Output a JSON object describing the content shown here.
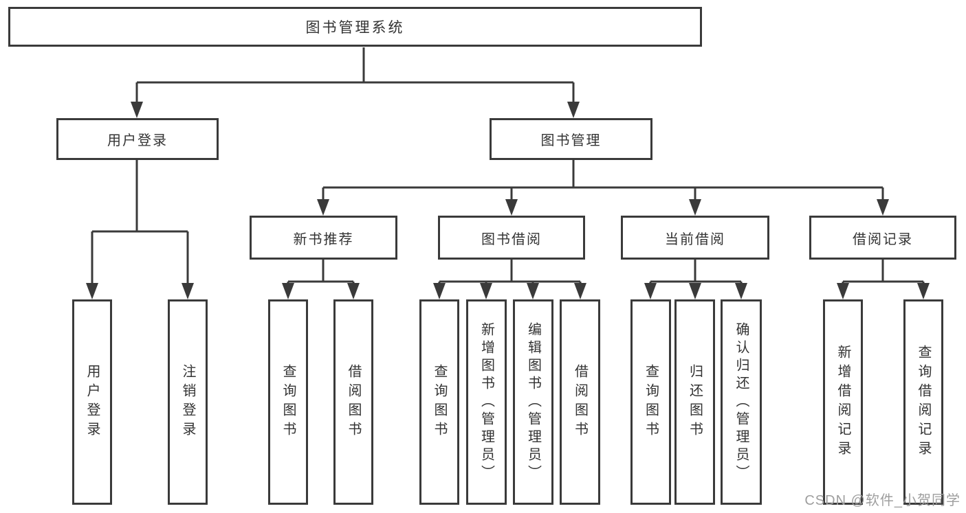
{
  "colors": {
    "line": "#3a3a3a",
    "text": "#333333",
    "watermark": "#9e9e9e",
    "background": "#ffffff"
  },
  "tree": {
    "label": "图书管理系统",
    "children": [
      {
        "label": "用户登录",
        "children": [
          {
            "label": "用户登录"
          },
          {
            "label": "注销登录"
          }
        ]
      },
      {
        "label": "图书管理",
        "children": [
          {
            "label": "新书推荐",
            "children": [
              {
                "label": "查询图书"
              },
              {
                "label": "借阅图书"
              }
            ]
          },
          {
            "label": "图书借阅",
            "children": [
              {
                "label": "查询图书"
              },
              {
                "label": "新增图书（管理员）"
              },
              {
                "label": "编辑图书（管理员）"
              },
              {
                "label": "借阅图书"
              }
            ]
          },
          {
            "label": "当前借阅",
            "children": [
              {
                "label": "查询图书"
              },
              {
                "label": "归还图书"
              },
              {
                "label": "确认归还（管理员）"
              }
            ]
          },
          {
            "label": "借阅记录",
            "children": [
              {
                "label": "新增借阅记录"
              },
              {
                "label": "查询借阅记录"
              }
            ]
          }
        ]
      }
    ]
  },
  "watermark": {
    "text": "CSDN @软件_小贺同学"
  }
}
